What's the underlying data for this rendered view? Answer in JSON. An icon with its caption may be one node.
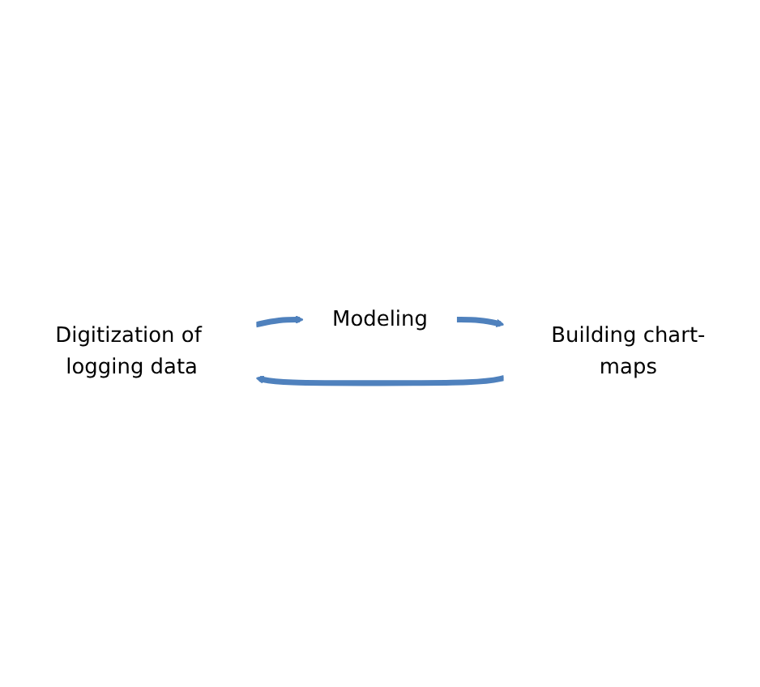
{
  "diagram": {
    "nodes": [
      {
        "text": [
          "Digitization of logging data"
        ]
      },
      {
        "text": [
          "Modeling"
        ]
      },
      {
        "text": [
          "Building chart-maps"
        ]
      }
    ],
    "edges": [
      {
        "from": 0,
        "to": 1,
        "arrow": "to"
      },
      {
        "from": 1,
        "to": 2,
        "arrow": "to"
      },
      {
        "from": 2,
        "to": 0,
        "arrow": "to"
      }
    ]
  }
}
